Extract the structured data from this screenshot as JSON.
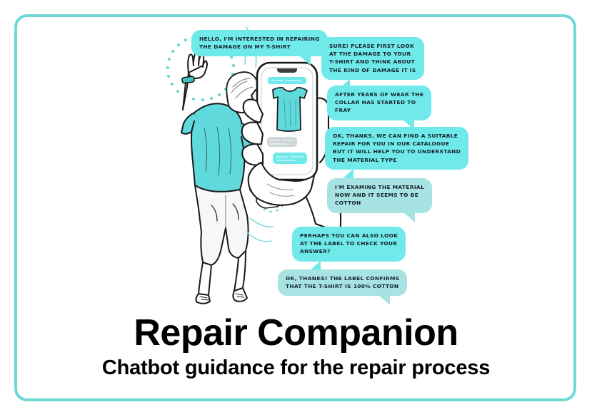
{
  "poster": {
    "frame_color": "#6ed9d2",
    "background": "#ffffff"
  },
  "title": {
    "main": "Repair Companion",
    "subtitle": "Chatbot guidance for the repair process"
  },
  "colors": {
    "bubble_bright": "#6fe9ea",
    "bubble_pale": "#a7e3e2",
    "accent_teal": "#3fc5c4",
    "shirt_teal": "#5fd9dc",
    "ink": "#1a1a1a"
  },
  "illustration": {
    "description": "Line drawing of a woman seen from behind waving her hand, next to a large hand holding a smartphone showing a chat about a t-shirt",
    "figure": {
      "shirt_color": "#5fd9dc",
      "trousers_color": "#f4f4f4",
      "bracelet_color": "#3fc5c4",
      "hair_color": "#ffffff"
    },
    "phone": {
      "screen_items": [
        "chat-bubble-incoming",
        "tshirt-photo",
        "chat-bubble-outgoing",
        "chat-bubble-incoming"
      ],
      "tshirt_color": "#5fd9dc"
    }
  },
  "conversation": [
    {
      "id": "b1",
      "speaker": "user",
      "tail": "bottom-right",
      "tone": "bright",
      "lines": [
        "Hello, I'm interested in repairing",
        "the damage on my T-shirt"
      ]
    },
    {
      "id": "b2",
      "speaker": "bot",
      "tail": "bottom-left",
      "tone": "bright",
      "lines": [
        "Sure!  Please first look",
        "at the damage to your",
        "T-shirt and think about",
        "the kind of damage it is"
      ]
    },
    {
      "id": "b3",
      "speaker": "user",
      "tail": "bottom-right",
      "tone": "bright",
      "lines": [
        "After years of wear the",
        "collar has started to",
        "fray"
      ]
    },
    {
      "id": "b4",
      "speaker": "bot",
      "tail": "bottom-left",
      "tone": "bright",
      "lines": [
        "Ok, thanks, we can find a suitable",
        "repair for you in our catalogue",
        "but it will help you to understand",
        "the material type"
      ]
    },
    {
      "id": "b5",
      "speaker": "user",
      "tail": "bottom-right",
      "tone": "pale",
      "lines": [
        "I'm examing the material",
        "now and it seems to be",
        "cotton"
      ]
    },
    {
      "id": "b6",
      "speaker": "bot",
      "tail": "bottom-left",
      "tone": "bright",
      "lines": [
        "Perhaps you can also look",
        "at the label to check your",
        "answer?"
      ]
    },
    {
      "id": "b7",
      "speaker": "user",
      "tail": "bottom-right",
      "tone": "pale",
      "lines": [
        "Ok, thanks! The label confirms",
        "that the T-shirt is 100% cotton"
      ]
    }
  ]
}
